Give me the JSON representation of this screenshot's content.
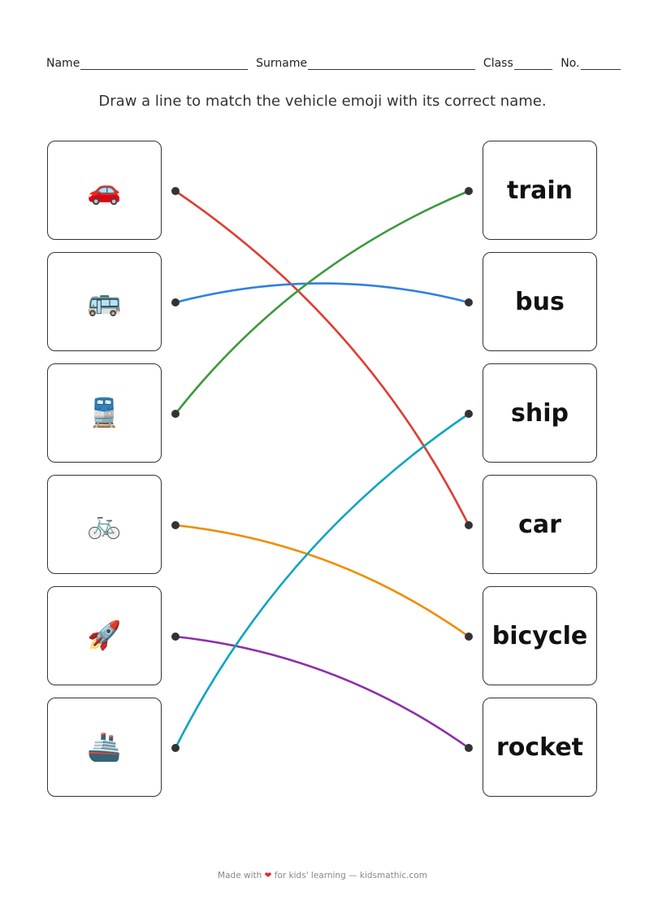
{
  "header": {
    "name_label": "Name",
    "surname_label": "Surname",
    "class_label": "Class",
    "no_label": "No."
  },
  "instruction": "Draw a line to match the vehicle emoji with its correct name.",
  "left_items": [
    {
      "emoji": "🚗",
      "name": "car"
    },
    {
      "emoji": "🚌",
      "name": "bus"
    },
    {
      "emoji": "🚆",
      "name": "train"
    },
    {
      "emoji": "🚲",
      "name": "bicycle"
    },
    {
      "emoji": "🚀",
      "name": "rocket"
    },
    {
      "emoji": "🚢",
      "name": "ship"
    }
  ],
  "right_items": [
    "train",
    "bus",
    "ship",
    "car",
    "bicycle",
    "rocket"
  ],
  "matches": [
    {
      "from": 0,
      "to": 3,
      "color": "#e03c31"
    },
    {
      "from": 1,
      "to": 1,
      "color": "#2f80e0"
    },
    {
      "from": 2,
      "to": 0,
      "color": "#3c9a3c"
    },
    {
      "from": 3,
      "to": 4,
      "color": "#f08c00"
    },
    {
      "from": 4,
      "to": 5,
      "color": "#8e2fa8"
    },
    {
      "from": 5,
      "to": 2,
      "color": "#0aa5c0"
    }
  ],
  "footer": {
    "made_with": "Made with",
    "heart": "❤",
    "rest": "for kids' learning — kidsmathic.com"
  }
}
